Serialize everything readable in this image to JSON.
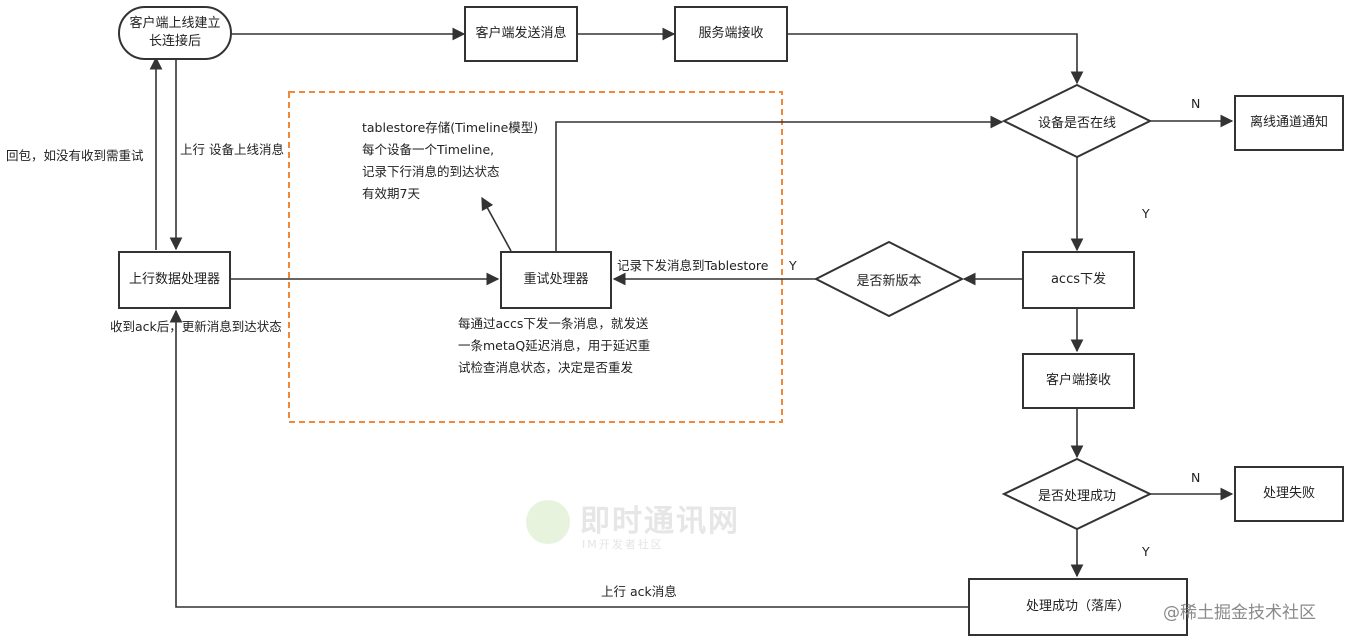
{
  "nodes": {
    "client_connect": "客户端上线建立\n长连接后",
    "client_send": "客户端发送消息",
    "server_receive": "服务端接收",
    "device_online": "设备是否在线",
    "offline_notify": "离线通道通知",
    "upstream_processor": "上行数据处理器",
    "retry_processor": "重试处理器",
    "new_version": "是否新版本",
    "accs_send": "accs下发",
    "client_receive": "客户端接收",
    "process_success_q": "是否处理成功",
    "process_fail": "处理失败",
    "process_success": "处理成功（落库）"
  },
  "labels": {
    "reply_retry": "回包，如没有收到需重试",
    "upstream_device_online": "上行  设备上线消息",
    "ack_update": "收到ack后，更新消息到达状态",
    "record_tablestore": "记录下发消息到Tablestore",
    "upstream_ack": "上行  ack消息",
    "n1": "N",
    "y1": "Y",
    "y2": "Y",
    "n2": "N",
    "y3": "Y"
  },
  "notes": {
    "tablestore": "tablestore存储(Timeline模型)\n每个设备一个Timeline,\n记录下行消息的到达状态\n有效期7天",
    "metaq": "每通过accs下发一条消息，就发送\n一条metaQ延迟消息，用于延迟重\n试检查消息状态，决定是否重发"
  },
  "watermarks": {
    "brand": "即时通讯网",
    "brand_sub": "IM开发者社区",
    "site": "@稀土掘金技术社区"
  },
  "colors": {
    "stroke": "#333333",
    "dashed_frame": "#f0883a"
  }
}
